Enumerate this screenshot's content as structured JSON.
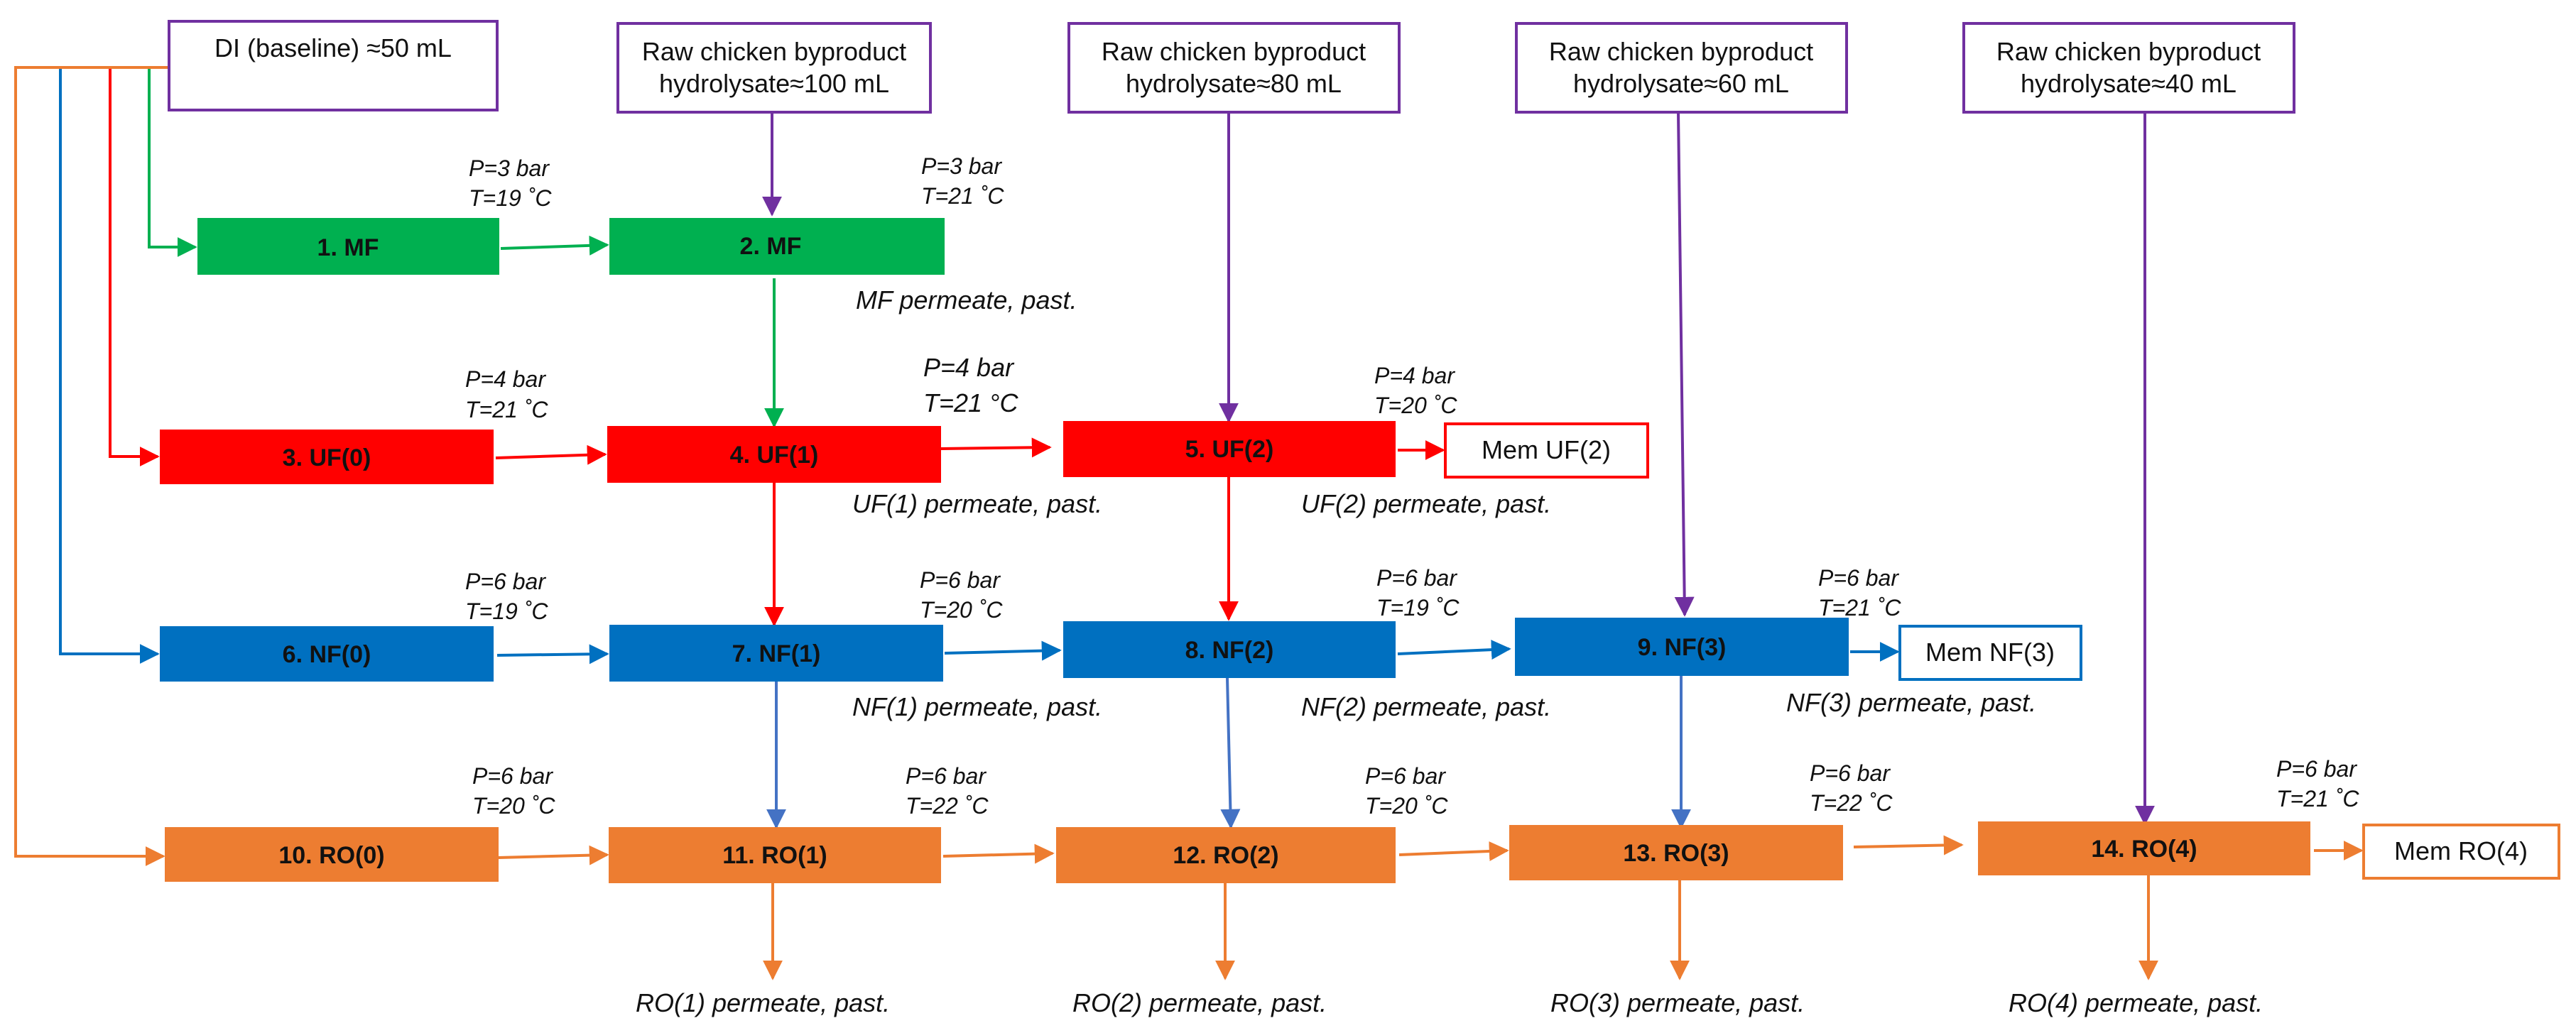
{
  "colors": {
    "mf": "#00b050",
    "uf": "#ff0000",
    "nf": "#0070c0",
    "ro": "#ed7d31",
    "source": "#7030a0",
    "nf_arrow": "#4472c4"
  },
  "sources": {
    "di": "DI (baseline) ≈50 mL",
    "feed1": [
      "Raw chicken byproduct",
      "hydrolysate≈100 mL"
    ],
    "feed2": [
      "Raw chicken byproduct",
      "hydrolysate≈80 mL"
    ],
    "feed3": [
      "Raw chicken byproduct",
      "hydrolysate≈60 mL"
    ],
    "feed4": [
      "Raw chicken byproduct",
      "hydrolysate≈40 mL"
    ]
  },
  "steps": {
    "s1": "1. MF",
    "s2": "2. MF",
    "s3": "3. UF(0)",
    "s4": "4. UF(1)",
    "s5": "5. UF(2)",
    "s6": "6. NF(0)",
    "s7": "7. NF(1)",
    "s8": "8. NF(2)",
    "s9": "9. NF(3)",
    "s10": "10. RO(0)",
    "s11": "11. RO(1)",
    "s12": "12. RO(2)",
    "s13": "13. RO(3)",
    "s14": "14. RO(4)"
  },
  "membranes": {
    "uf": "Mem UF(2)",
    "nf": "Mem NF(3)",
    "ro": "Mem RO(4)"
  },
  "conditions": {
    "c1": [
      "P=3 bar",
      "T=19 ˚C"
    ],
    "c2": [
      "P=3 bar",
      "T=21 ˚C"
    ],
    "c3": [
      "P=4 bar",
      "T=21 ˚C"
    ],
    "c4": [
      "P=4 bar",
      "T=21 °C"
    ],
    "c5": [
      "P=4 bar",
      "T=20 ˚C"
    ],
    "c6": [
      "P=6 bar",
      "T=19 ˚C"
    ],
    "c7": [
      "P=6 bar",
      "T=20 ˚C"
    ],
    "c8": [
      "P=6 bar",
      "T=19 ˚C"
    ],
    "c9": [
      "P=6 bar",
      "T=21 ˚C"
    ],
    "c10": [
      "P=6 bar",
      "T=20 ˚C"
    ],
    "c11": [
      "P=6 bar",
      "T=22 ˚C"
    ],
    "c12": [
      "P=6 bar",
      "T=20 ˚C"
    ],
    "c13": [
      "P=6 bar",
      "T=22 ˚C"
    ],
    "c14": [
      "P=6 bar",
      "T=21 ˚C"
    ]
  },
  "permeates": {
    "mf": "MF permeate, past.",
    "uf1": "UF(1) permeate, past.",
    "uf2": "UF(2) permeate, past.",
    "nf1": "NF(1) permeate, past.",
    "nf2": "NF(2) permeate, past.",
    "nf3": "NF(3) permeate, past.",
    "ro1": "RO(1) permeate, past.",
    "ro2": "RO(2) permeate, past.",
    "ro3": "RO(3) permeate, past.",
    "ro4": "RO(4) permeate, past."
  }
}
